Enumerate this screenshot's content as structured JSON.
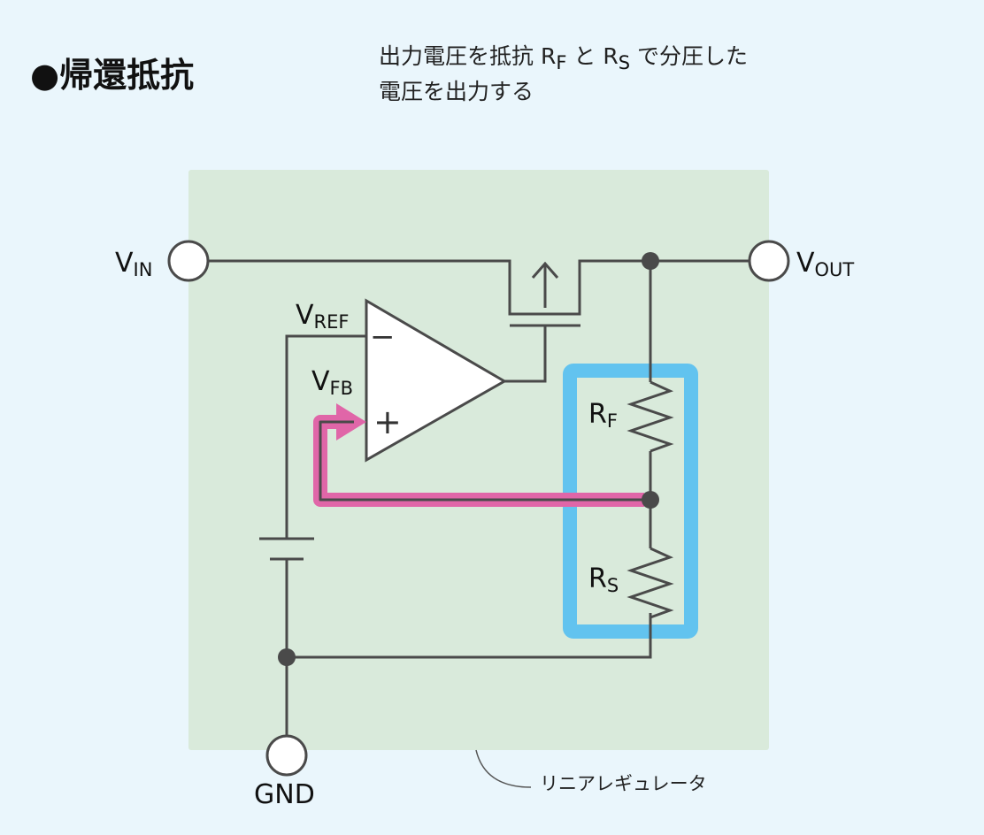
{
  "title": "●帰還抵抗",
  "description": {
    "line1_a": "出力電圧を抵抗 ",
    "rf_main": "R",
    "rf_sub": "F",
    "line1_b": " と ",
    "rs_main": "R",
    "rs_sub": "S",
    "line1_c": " で分圧した",
    "line2": "電圧を出力する"
  },
  "labels": {
    "vin_main": "V",
    "vin_sub": "IN",
    "vout_main": "V",
    "vout_sub": "OUT",
    "vref_main": "V",
    "vref_sub": "REF",
    "vfb_main": "V",
    "vfb_sub": "FB",
    "rf_main": "R",
    "rf_sub": "F",
    "rs_main": "R",
    "rs_sub": "S",
    "gnd": "GND",
    "minus": "−",
    "plus": "+",
    "regulator": "リニアレギュレータ"
  },
  "colors": {
    "background": "#eaf6fc",
    "regulator_box": "#d9eadb",
    "wire": "#4a4a4a",
    "highlight_resistors": "#62c3ef",
    "feedback_path": "#e066a8"
  }
}
